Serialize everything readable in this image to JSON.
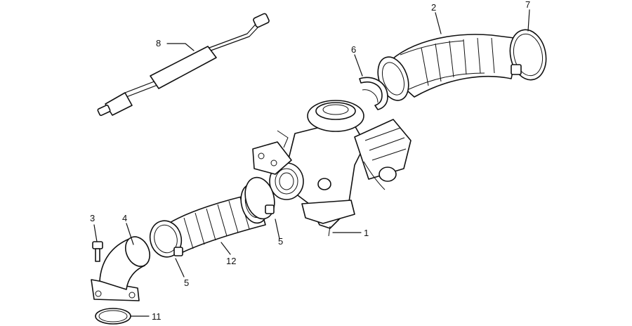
{
  "callouts": [
    {
      "id": "c1",
      "label": "1"
    },
    {
      "id": "c2",
      "label": "2"
    },
    {
      "id": "c3",
      "label": "3"
    },
    {
      "id": "c4",
      "label": "4"
    },
    {
      "id": "c5a",
      "label": "5"
    },
    {
      "id": "c5b",
      "label": "5"
    },
    {
      "id": "c6",
      "label": "6"
    },
    {
      "id": "c7",
      "label": "7"
    },
    {
      "id": "c8",
      "label": "8"
    },
    {
      "id": "c11",
      "label": "11"
    },
    {
      "id": "c12",
      "label": "12"
    }
  ],
  "colors": {
    "line": "#111111",
    "background": "#ffffff"
  }
}
